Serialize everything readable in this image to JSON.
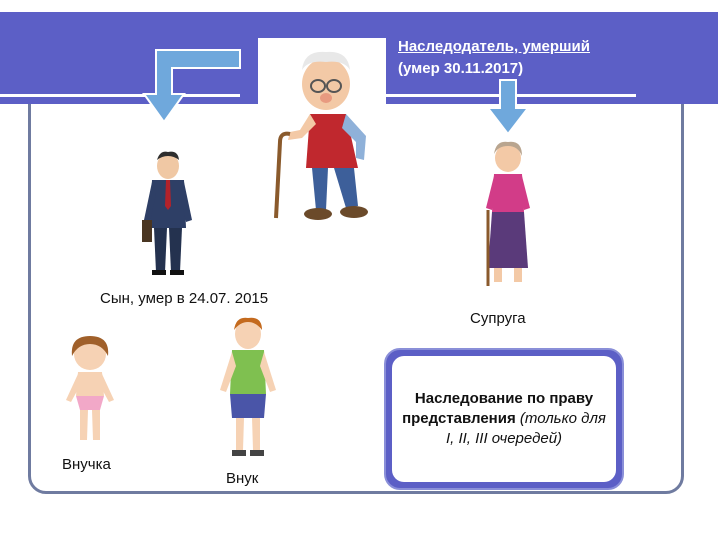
{
  "title": {
    "line1": "Наследодатель, умерший",
    "line2": "(умер 30.11.2017)"
  },
  "people": {
    "son_label": "Сын, умер в 24.07. 2015",
    "spouse_label": "Супруга",
    "granddaughter_label": "Внучка",
    "grandson_label": "Внук"
  },
  "note": {
    "bold_text": "Наследование по праву представления",
    "italic_text": "(только для I, II, III очередей)"
  },
  "colors": {
    "banner": "#5c5fc6",
    "arrow": "#6fa8dc",
    "frame": "#6f7ba0"
  }
}
